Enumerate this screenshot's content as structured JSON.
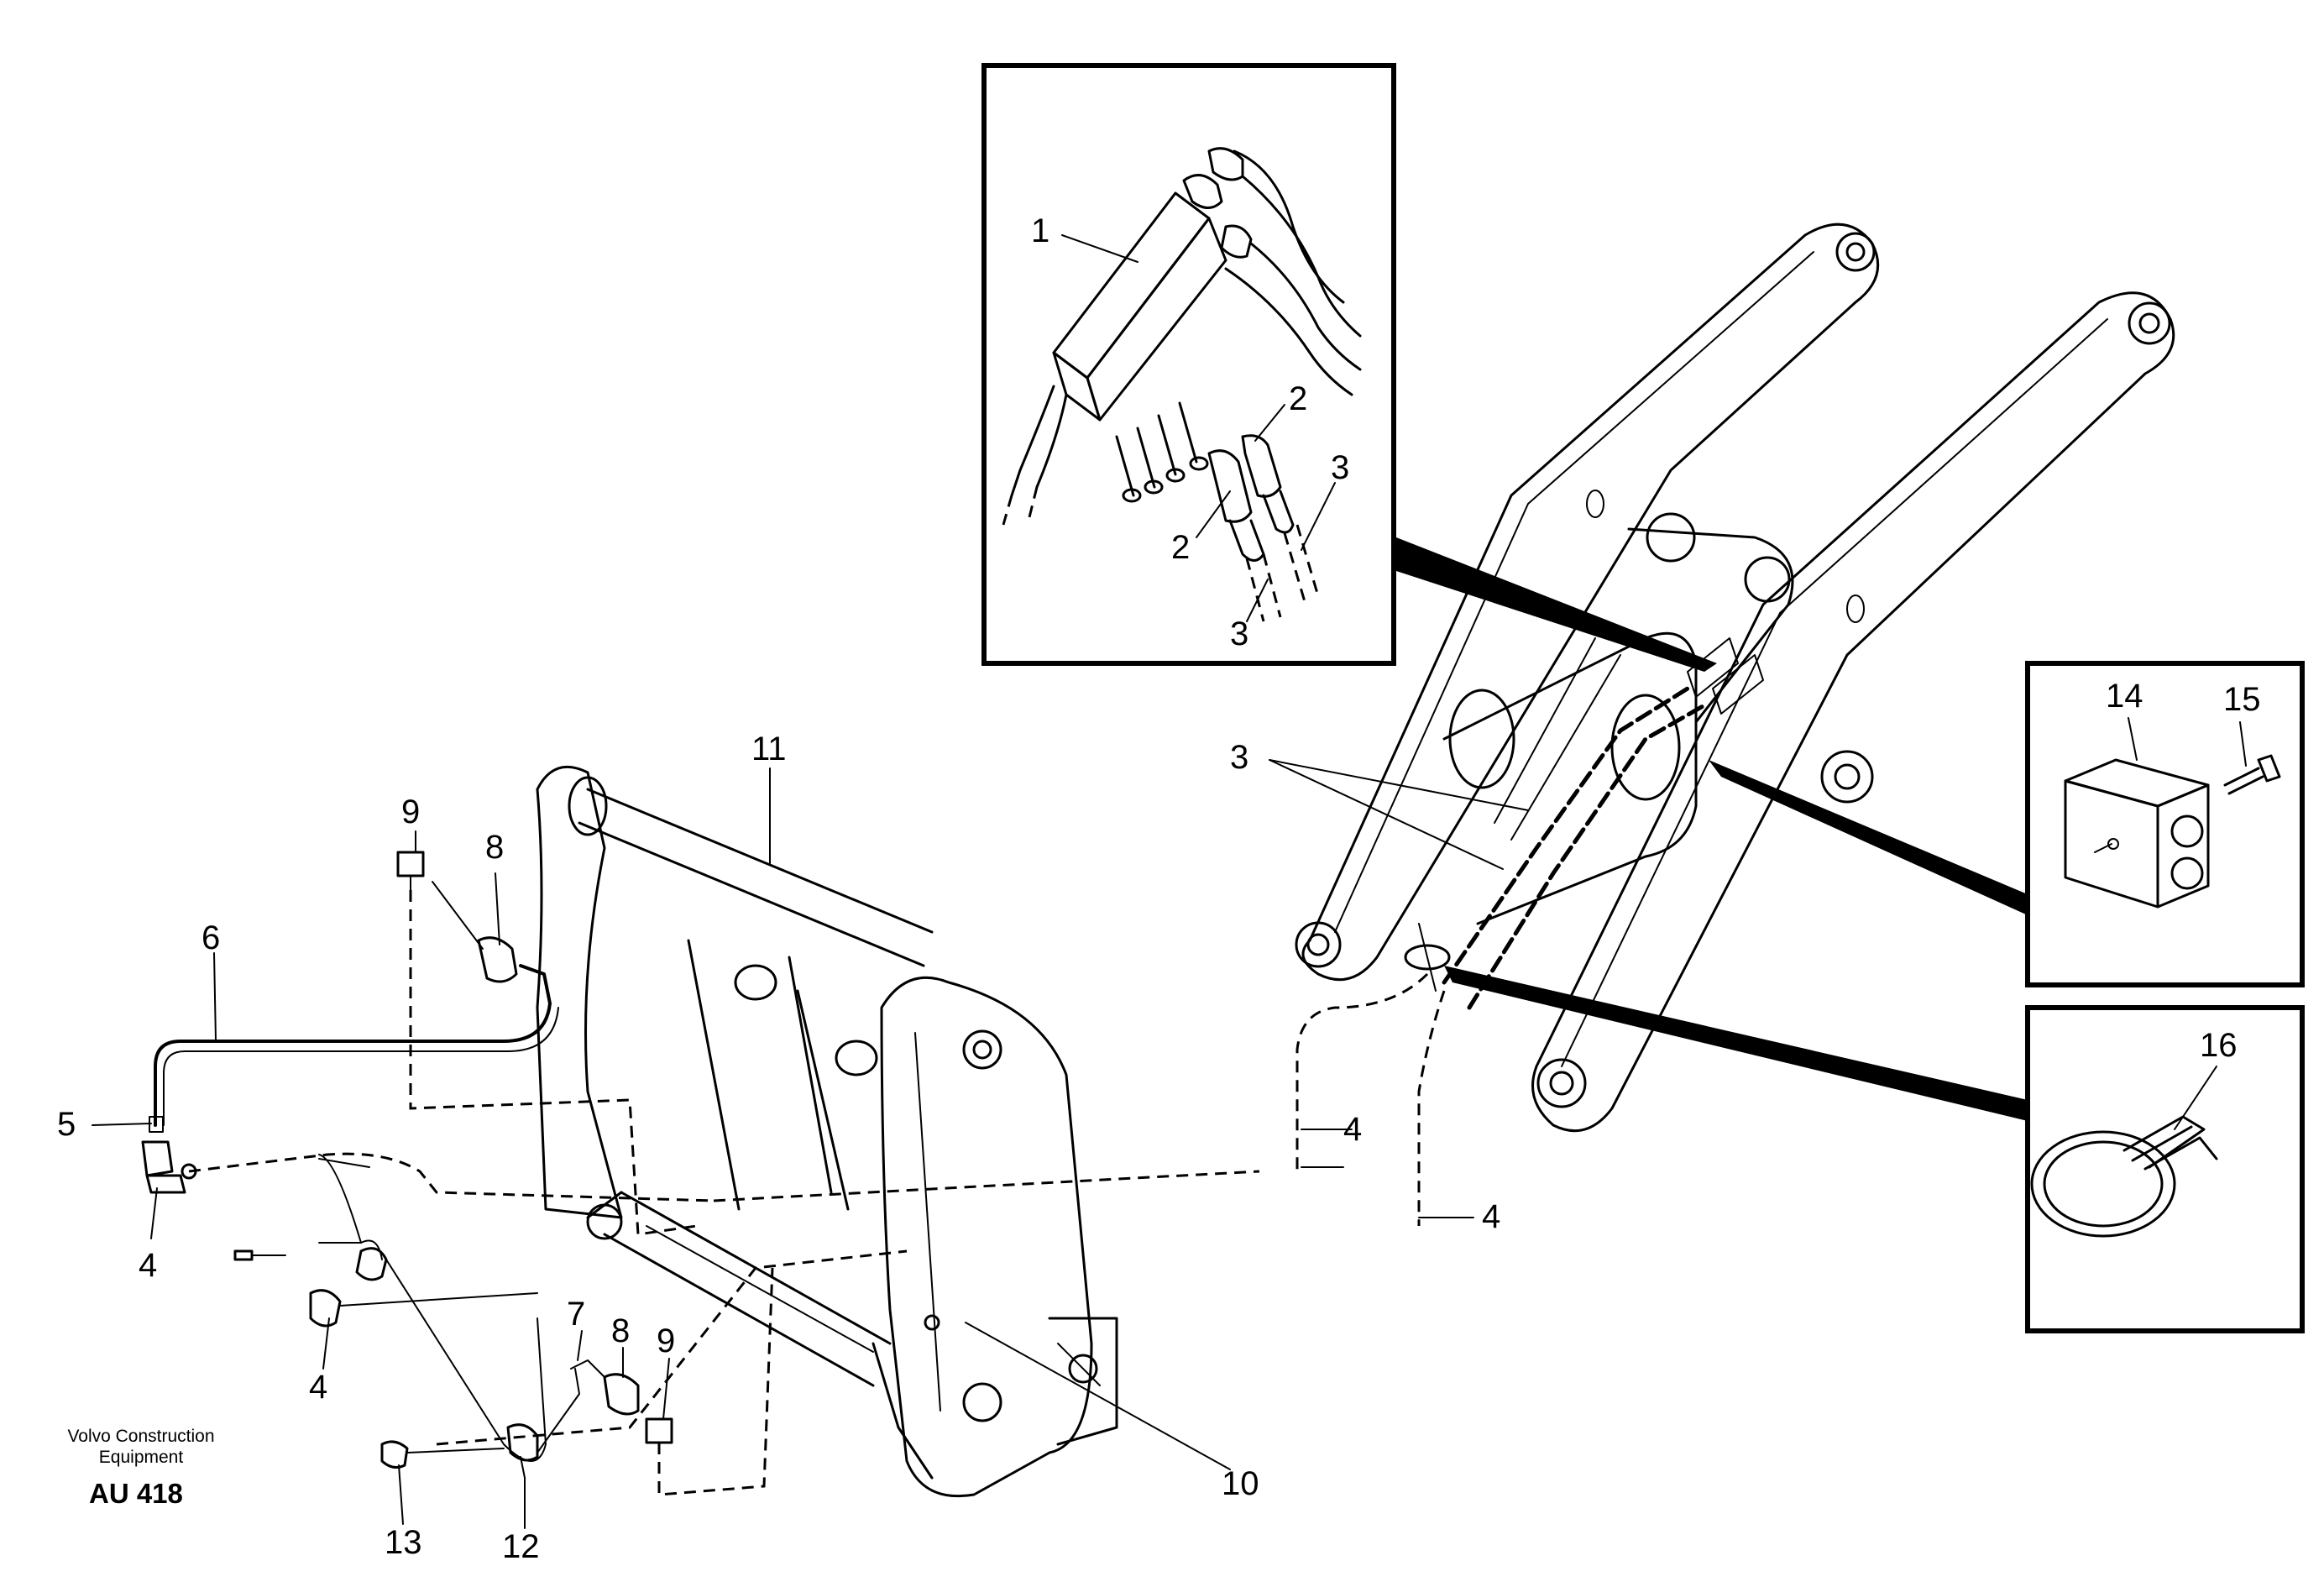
{
  "caption": {
    "company_line1": "Volvo Construction",
    "company_line2": "Equipment",
    "code": "AU 418"
  },
  "callouts": {
    "c1": "1",
    "c2a": "2",
    "c2b": "2",
    "c3a": "3",
    "c3b": "3",
    "c3c": "3",
    "c4a": "4",
    "c4b": "4",
    "c4c": "4",
    "c4d": "4",
    "c5": "5",
    "c6": "6",
    "c7": "7",
    "c8a": "8",
    "c8b": "8",
    "c9a": "9",
    "c9b": "9",
    "c10": "10",
    "c11": "11",
    "c12": "12",
    "c13": "13",
    "c14": "14",
    "c15": "15",
    "c16": "16"
  }
}
